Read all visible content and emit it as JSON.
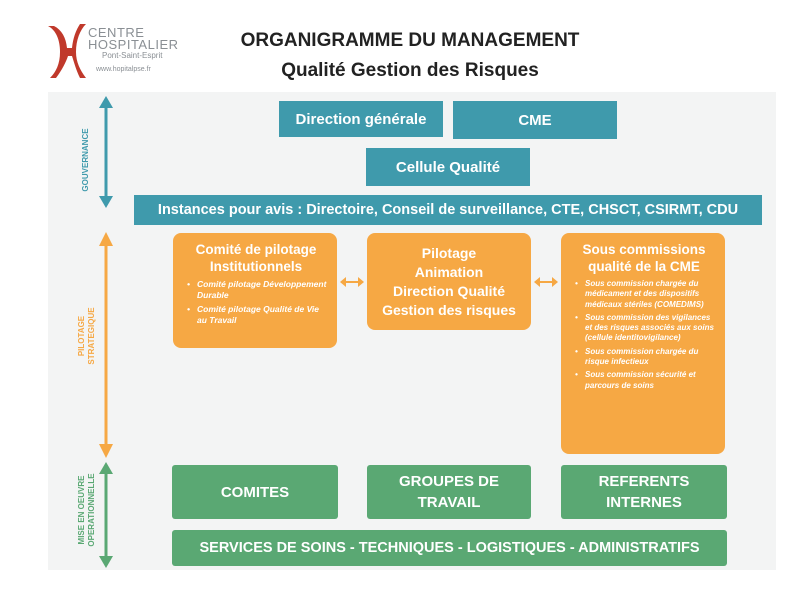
{
  "header": {
    "title": "ORGANIGRAMME DU MANAGEMENT",
    "subtitle": "Qualité Gestion des Risques"
  },
  "logo": {
    "line1": "CENTRE",
    "line2": "HOSPITALIER",
    "line3": "Pont-Saint-Esprit",
    "line4": "www.hopitalpse.fr"
  },
  "side_labels": {
    "gouvernance": "GOUVERNANCE",
    "pilotage_line1": "PILOTAGE",
    "pilotage_line2": "STRATEGIQUE",
    "mise_line1": "MISE EN OEUVRE",
    "mise_line2": "OPERATIONNELLE"
  },
  "gouvernance": {
    "direction": "Direction générale",
    "cme": "CME",
    "cellule": "Cellule Qualité",
    "instances": "Instances pour avis : Directoire, Conseil de surveillance, CTE, CHSCT, CSIRMT, CDU"
  },
  "pilotage": {
    "left": {
      "title_line1": "Comité de pilotage",
      "title_line2": "Institutionnels",
      "items": [
        "Comité pilotage Développement Durable",
        "Comité pilotage Qualité de Vie au Travail"
      ]
    },
    "center": {
      "line1": "Pilotage",
      "line2": "Animation",
      "line3": "Direction Qualité",
      "line4": "Gestion des risques"
    },
    "right": {
      "title_line1": "Sous commissions",
      "title_line2": "qualité de la CME",
      "items": [
        "Sous commission chargée du médicament et des dispositifs médicaux stériles (COMEDIMS)",
        "Sous commission des vigilances et des risques associés aux soins (cellule identitovigilance)",
        "Sous commission chargée du risque infectieux",
        "Sous commission sécurité et parcours de soins"
      ]
    }
  },
  "operationnel": {
    "comites": "COMITES",
    "groupes_line1": "GROUPES DE",
    "groupes_line2": "TRAVAIL",
    "referents_line1": "REFERENTS",
    "referents_line2": "INTERNES",
    "services": "SERVICES DE SOINS - TECHNIQUES - LOGISTIQUES - ADMINISTRATIFS"
  },
  "colors": {
    "teal": "#3f9aac",
    "orange": "#f6a844",
    "green": "#5aa873",
    "logo_red": "#c0392b"
  }
}
